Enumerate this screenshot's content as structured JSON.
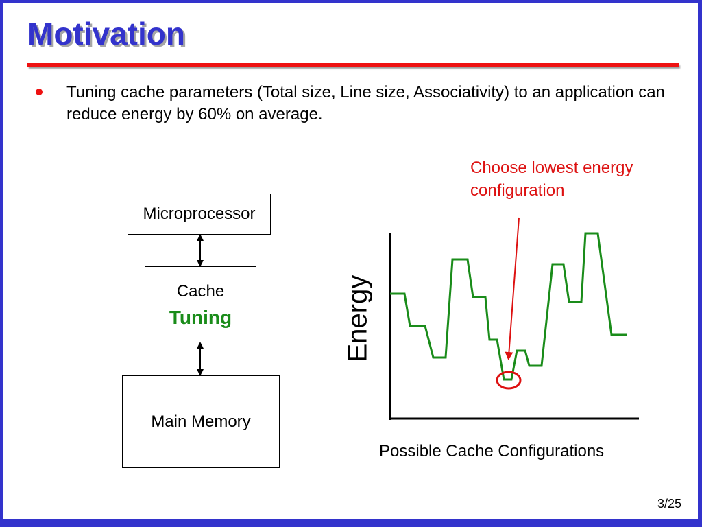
{
  "slide": {
    "title": "Motivation",
    "bullet": "Tuning cache parameters (Total size, Line size, Associativity) to an application can reduce energy by 60% on average.",
    "page_number": "3/25"
  },
  "diagram": {
    "microprocessor_label": "Microprocessor",
    "cache_label": "Cache",
    "cache_tuning_label": "Tuning",
    "main_memory_label": "Main Memory"
  },
  "chart": {
    "ylabel": "Energy",
    "xlabel": "Possible Cache Configurations",
    "annotation": "Choose lowest energy configuration"
  },
  "colors": {
    "frame": "#3333cc",
    "title": "#3333cc",
    "accent_red": "#ee1111",
    "line_green": "#1a8c1a"
  }
}
